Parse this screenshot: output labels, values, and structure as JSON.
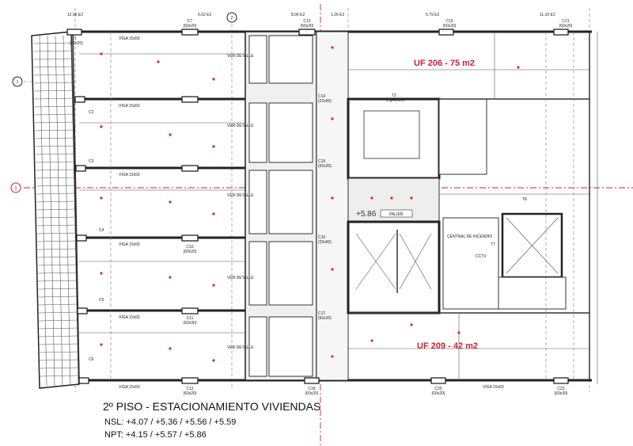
{
  "title": "2º PISO - ESTACIONAMIENTO VIVIENDAS",
  "nsl": "NSL: +4.07 / +5.36 / +5.56 / +5.59",
  "npt": "NPT: +4.15 / +5.57 / +5.86",
  "units": [
    "UF 206 - 75 m2",
    "UF 209 - 42 m2"
  ],
  "level": "+5.86",
  "palier": "PALIER",
  "axes": [
    "1",
    "2",
    "1"
  ],
  "dims_top": [
    "12.06 E2",
    "5.02 E2",
    "8.06 E2",
    "1.26 E2",
    "5.79 E2",
    "11.15 E2"
  ],
  "columns": {
    "c1": "C1",
    "c1s": "(60x20)",
    "c7": "C7",
    "c7s": "(60x20)",
    "c13": "C13",
    "c13s": "(60x20)",
    "c19": "C19",
    "c19s": "(60x20)",
    "c21": "C21",
    "c21s": "(60x20)",
    "c14": "C14",
    "c14s": "(22x60)",
    "c15": "C15",
    "c15s": "(60x20)",
    "c16": "C16",
    "c16s": "(20x60)",
    "c17": "C17",
    "c17s": "(60x20)",
    "c18": "C18",
    "c18s": "(60x20)",
    "c12": "C12",
    "c12s": "(60x20)",
    "c20": "C20",
    "c20s": "(60x20)",
    "c23": "C23",
    "c23s": "(60x30)",
    "c2": "C2",
    "c3": "C3",
    "c4": "C4",
    "c5": "C5",
    "c6": "C6",
    "c10": "C10",
    "c11": "C11",
    "c11s": "(60x30)",
    "c10s": "(60x20)"
  },
  "rooms": {
    "t2": "T2",
    "t7": "T7",
    "t8": "T8",
    "cctv": "CCTV",
    "detalle": "VER DETALLE",
    "beam": "VIGA 15x50",
    "esp": "Esp=20cm",
    "central": "CENTRAL DE INCENDIO"
  }
}
